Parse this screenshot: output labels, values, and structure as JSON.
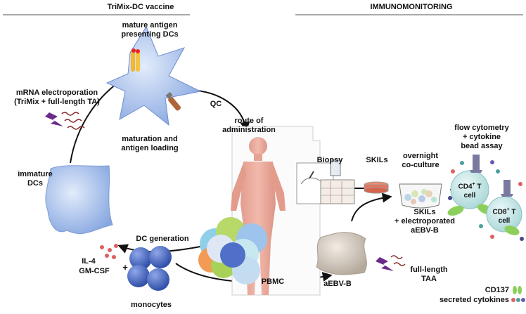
{
  "headers": {
    "left": "TriMix-DC vaccine",
    "right": "IMMUNOMONITORING"
  },
  "labels": {
    "mature_dcs": [
      "mature antigen",
      "presenting DCs"
    ],
    "mrna": [
      "mRNA electroporation",
      "(TriMix + full-length TA)"
    ],
    "qc": "QC",
    "route": [
      "route of",
      "administration"
    ],
    "maturation": [
      "maturation and",
      "antigen loading"
    ],
    "immature": [
      "immature",
      "DCs"
    ],
    "biopsy": "Biopsy",
    "skils": "SKILs",
    "overnight": [
      "overnight",
      "co-culture"
    ],
    "flow": [
      "flow cytometry",
      "+ cytokine",
      "bead assay"
    ],
    "cd4": [
      "CD4",
      "+",
      " T",
      "cell"
    ],
    "cd8": [
      "CD8",
      "+",
      " T",
      "cell"
    ],
    "skils_electro": [
      "SKILs",
      "+ electroporated",
      "aEBV-B"
    ],
    "dc_generation": "DC generation",
    "il4": "IL-4",
    "gmcsf": "GM-CSF",
    "plus": "+",
    "monocytes": "monocytes",
    "pbmc": "PBMC",
    "aebvb": "aEBV-B",
    "full_taa": [
      "full-length",
      "TAA"
    ],
    "cd137": "CD137",
    "secreted": "secreted cytokines"
  },
  "colors": {
    "dc_blue": "#9ab4e6",
    "dc_light": "#c9daf6",
    "skin": "#e8a79a",
    "monocyte": "#4f6fc8",
    "bolt": "#6b2a8a",
    "mrna": "#8b2b2b",
    "tcell": "#bfe3e3",
    "receptor": "#7a7aa0",
    "green_bump": "#8ccf5a",
    "aebv": "#c9bfb5",
    "dish_pink": "#e9735a"
  }
}
